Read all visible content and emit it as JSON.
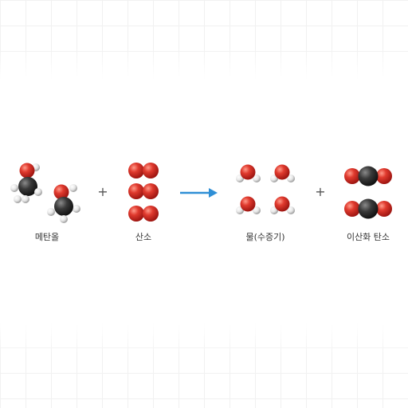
{
  "equation": {
    "reactants": [
      {
        "id": "methanol",
        "label": "메탄올"
      },
      {
        "id": "oxygen",
        "label": "산소"
      }
    ],
    "products": [
      {
        "id": "water",
        "label": "물(수증기)"
      },
      {
        "id": "co2",
        "label": "이산화 탄소"
      }
    ],
    "plus_symbol": "+",
    "arrow_color": "#2f8fd6"
  },
  "colors": {
    "oxygen_atom": "#e03a2e",
    "carbon_atom": "#3a3a3a",
    "hydrogen_atom": "#e6e6e6"
  }
}
